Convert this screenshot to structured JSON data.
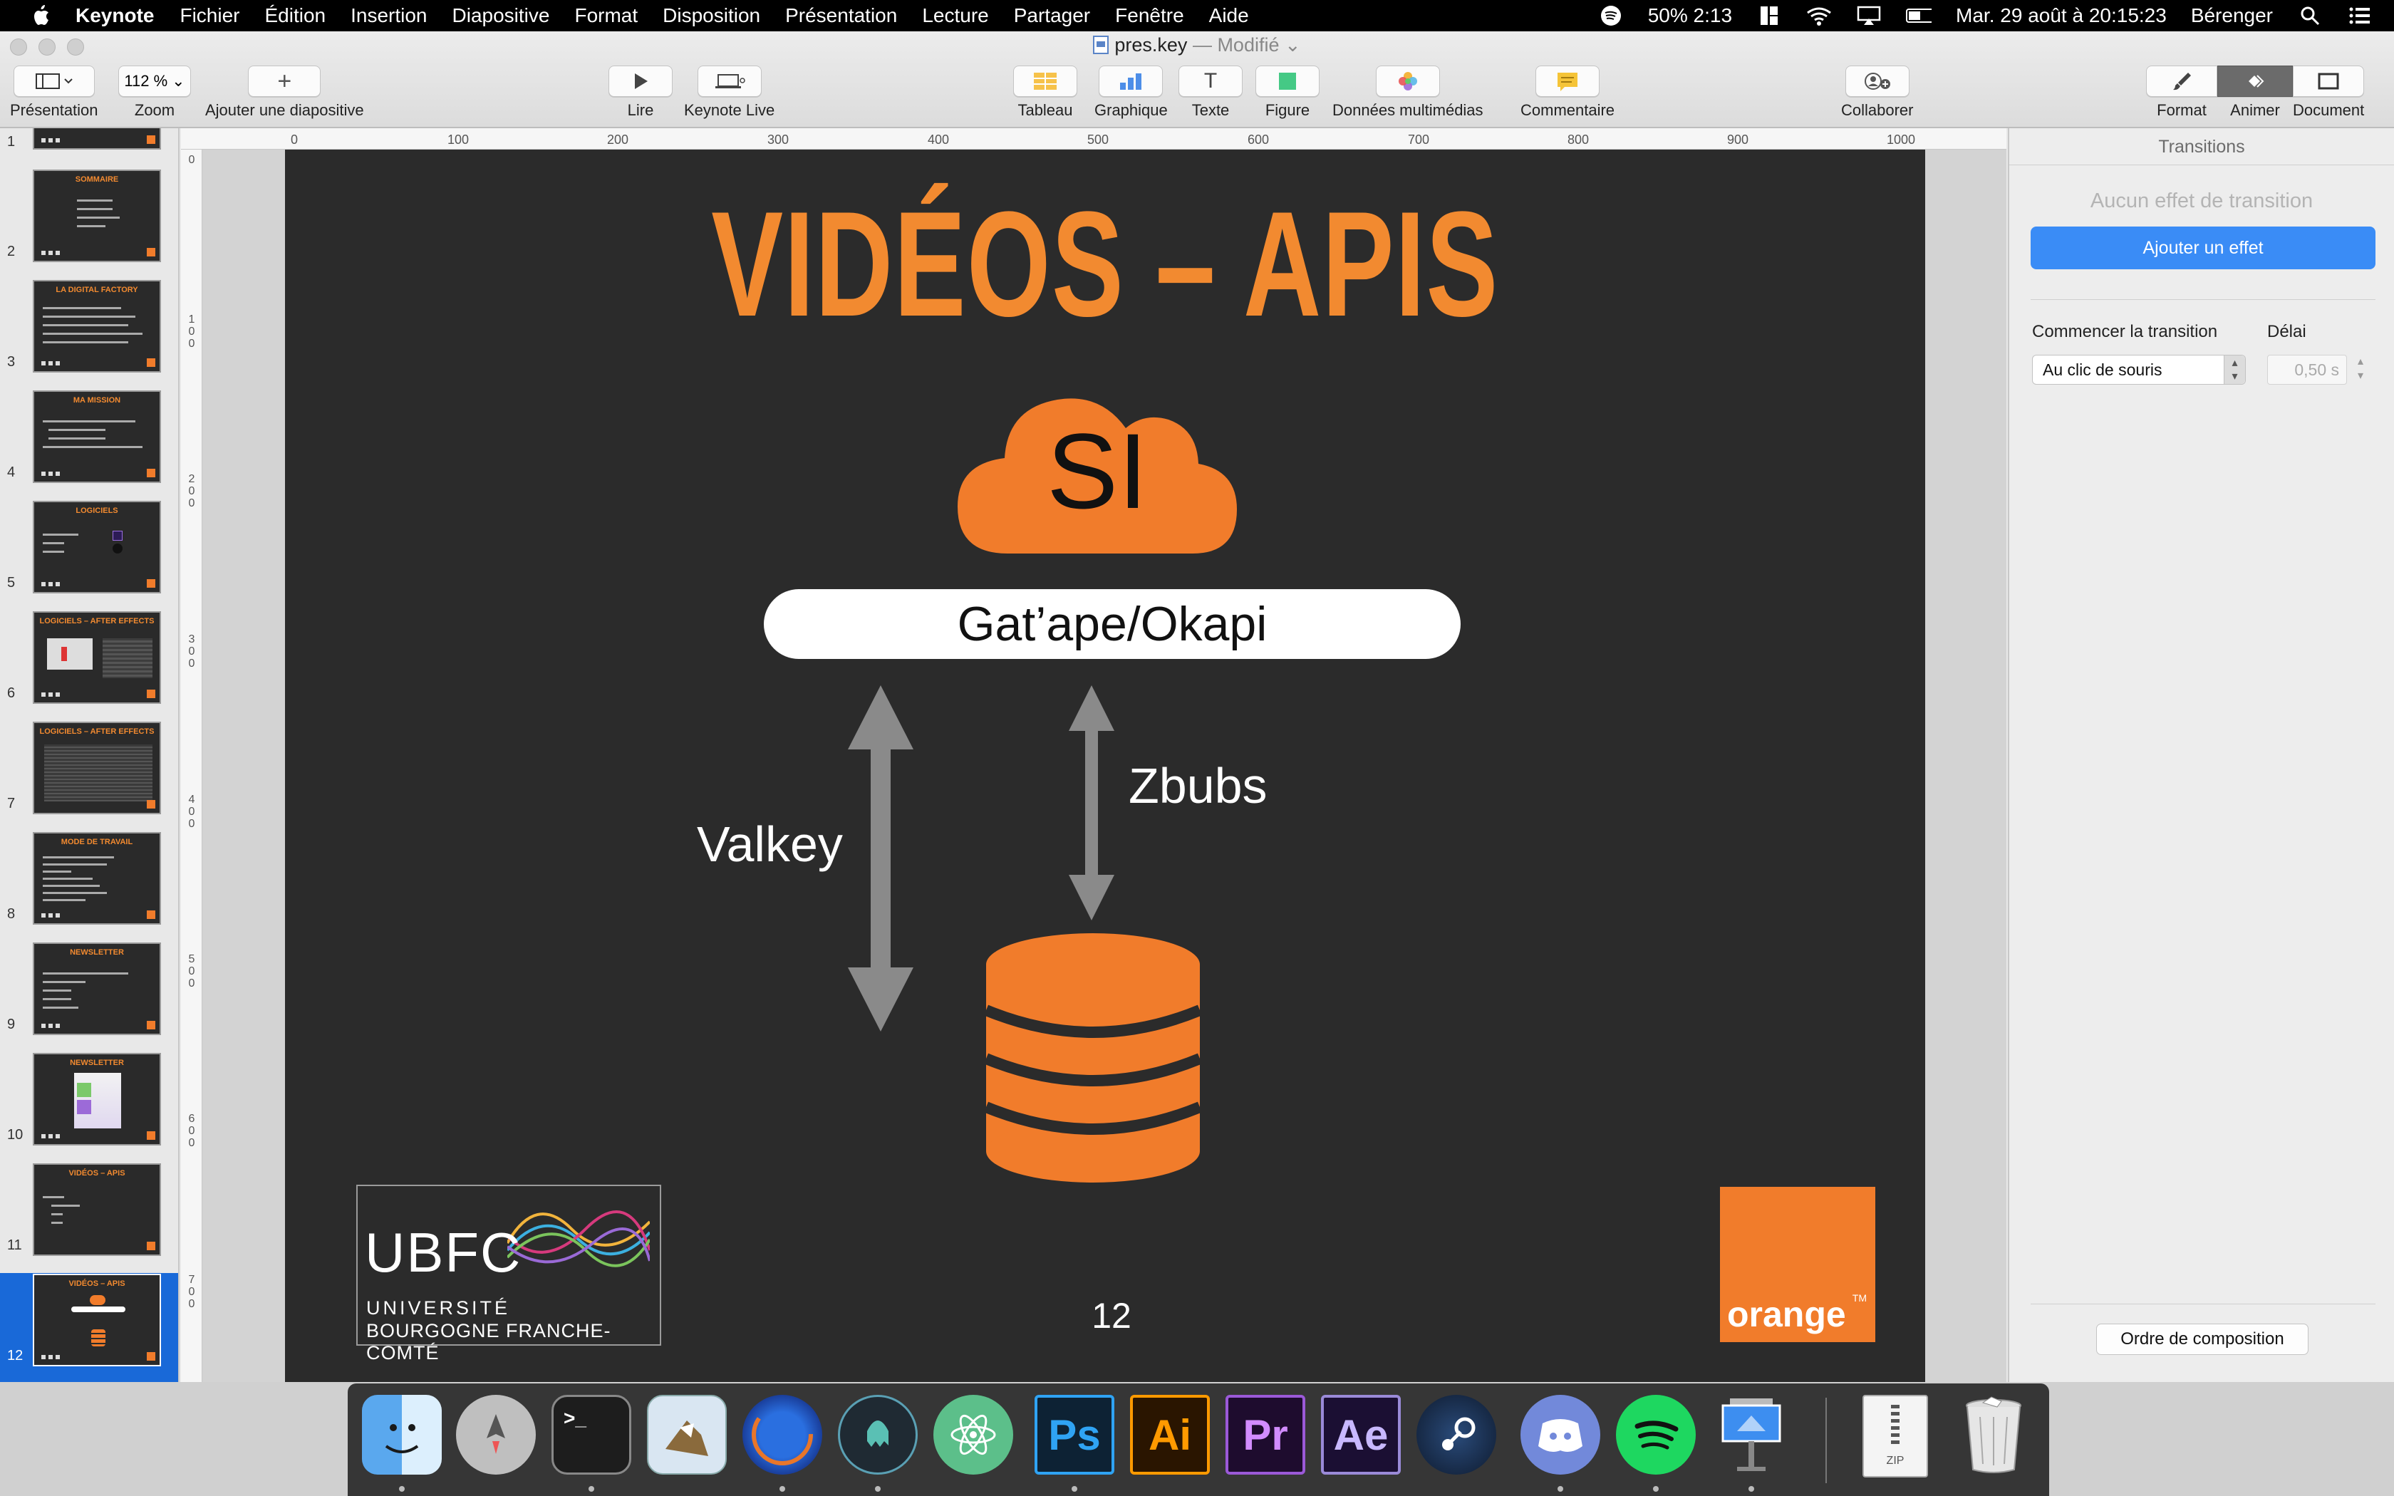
{
  "menubar": {
    "app": "Keynote",
    "items": [
      "Fichier",
      "Édition",
      "Insertion",
      "Diapositive",
      "Format",
      "Disposition",
      "Présentation",
      "Lecture",
      "Partager",
      "Fenêtre",
      "Aide"
    ],
    "battery": "50% 2:13",
    "datetime": "Mar. 29 août à  20:15:23",
    "user": "Bérenger"
  },
  "window": {
    "title": "pres.key",
    "status": "— Modifié"
  },
  "toolbar": {
    "presentation": "Présentation",
    "zoom_value": "112 %",
    "zoom": "Zoom",
    "add_slide": "Ajouter une diapositive",
    "play": "Lire",
    "keynote_live": "Keynote Live",
    "table": "Tableau",
    "chart": "Graphique",
    "text": "Texte",
    "shape": "Figure",
    "media": "Données multimédias",
    "comment": "Commentaire",
    "collaborate": "Collaborer",
    "format": "Format",
    "animate": "Animer",
    "document": "Document"
  },
  "navigator": {
    "slides": [
      {
        "num": "1",
        "title": ""
      },
      {
        "num": "2",
        "title": "SOMMAIRE"
      },
      {
        "num": "3",
        "title": "LA DIGITAL FACTORY"
      },
      {
        "num": "4",
        "title": "MA MISSION"
      },
      {
        "num": "5",
        "title": "LOGICIELS"
      },
      {
        "num": "6",
        "title": "LOGICIELS – AFTER EFFECTS"
      },
      {
        "num": "7",
        "title": "LOGICIELS – AFTER EFFECTS"
      },
      {
        "num": "8",
        "title": "MODE DE TRAVAIL"
      },
      {
        "num": "9",
        "title": "NEWSLETTER"
      },
      {
        "num": "10",
        "title": "NEWSLETTER"
      },
      {
        "num": "11",
        "title": "VIDÉOS – APIS"
      },
      {
        "num": "12",
        "title": "VIDÉOS – APIS"
      }
    ]
  },
  "ruler": {
    "h": [
      "0",
      "100",
      "200",
      "300",
      "400",
      "500",
      "600",
      "700",
      "800",
      "900",
      "1000"
    ],
    "v": [
      "0",
      "100",
      "200",
      "300",
      "400",
      "500",
      "600",
      "700"
    ]
  },
  "slide": {
    "title": "VIDÉOS – APIS",
    "cloud_label": "SI",
    "gateway": "Gat’ape/Okapi",
    "left_arrow_label": "Valkey",
    "right_arrow_label": "Zbubs",
    "page_number": "12",
    "ubfc_big": "UBFC",
    "ubfc_line1": "UNIVERSITÉ",
    "ubfc_line2": "BOURGOGNE FRANCHE-COMTÉ",
    "orange_word": "orange",
    "orange_tm": "TM",
    "colors": {
      "accent": "#f17c2b",
      "slide_bg": "#2b2b2b",
      "arrow": "#8a8a8a"
    }
  },
  "inspector": {
    "header": "Transitions",
    "no_effect": "Aucun effet de transition",
    "add_effect": "Ajouter un effet",
    "start_label": "Commencer la transition",
    "start_value": "Au clic de souris",
    "delay_label": "Délai",
    "delay_value": "0,50 s",
    "order_button": "Ordre de composition"
  },
  "dock": {
    "apps": [
      "Finder",
      "Launchpad",
      "Terminal",
      "Mail",
      "Firefox",
      "GitKraken",
      "Atom",
      "Ps",
      "Ai",
      "Pr",
      "Ae",
      "Steam",
      "Discord",
      "Spotify",
      "Keynote"
    ],
    "zip_label": "ZIP"
  }
}
